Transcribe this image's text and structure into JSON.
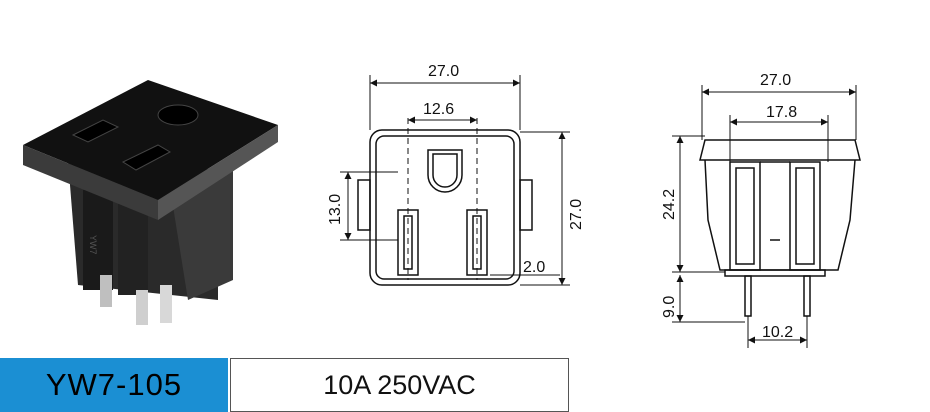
{
  "product": {
    "model": "YW7-105",
    "rating": "10A 250VAC"
  },
  "front_view": {
    "overall_width": "27.0",
    "slot_spacing": "12.6",
    "overall_height": "27.0",
    "slot_height": "13.0",
    "flange": "2.0"
  },
  "side_view": {
    "overall_width": "27.0",
    "body_width": "17.8",
    "body_height": "24.2",
    "terminal_length": "9.0",
    "terminal_spacing": "10.2"
  },
  "photo_markings": {
    "side_text": "YW7"
  },
  "colors": {
    "model_banner": "#1b8fd3",
    "drawing_line": "#111111"
  }
}
